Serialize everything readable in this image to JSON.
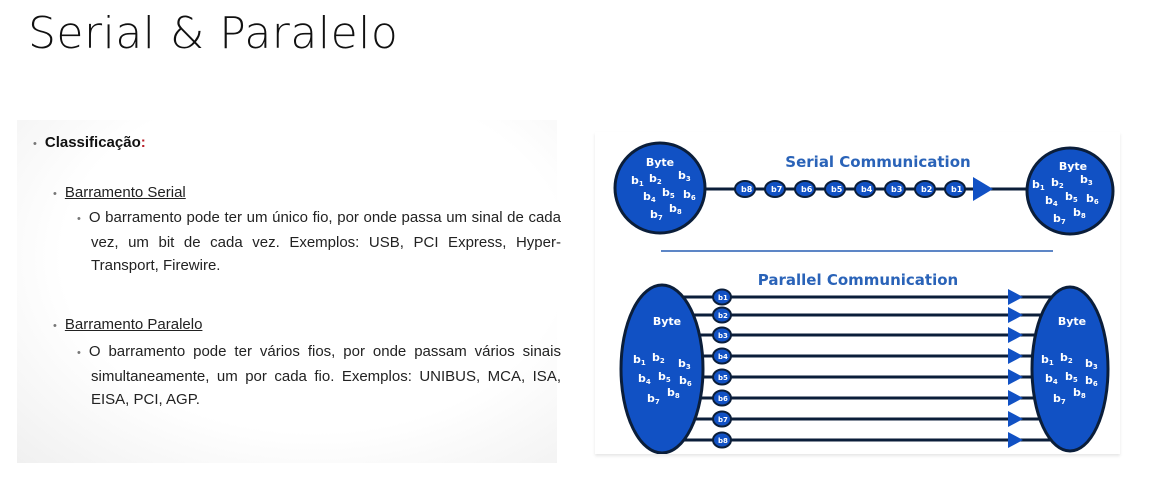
{
  "slide": {
    "title": "Serial & Paralelo"
  },
  "text_panel": {
    "heading": "Classificação",
    "heading_colon": ":",
    "sections": [
      {
        "label": "Barramento Serial",
        "description": "O barramento pode ter um único fio, por onde passa um sinal de cada vez, um bit de cada vez. Exemplos: USB, PCI Express, Hyper-Transport, Firewire."
      },
      {
        "label": "Barramento Paralelo",
        "description": "O barramento pode ter vários fios, por onde passam vários sinais simultaneamente, um por cada fio. Exemplos: UNIBUS, MCA, ISA, EISA, PCI, AGP."
      }
    ]
  },
  "diagram": {
    "colors": {
      "blue": "#1151c4",
      "outline": "#0b1e3a",
      "title": "#2a63b8",
      "divider": "#5d86c6"
    },
    "serial": {
      "title": "Serial Communication",
      "byte_label": "Byte",
      "bits_in_byte": [
        "b1",
        "b2",
        "b3",
        "b4",
        "b5",
        "b6",
        "b7",
        "b8"
      ],
      "bits_on_wire": [
        "b8",
        "b7",
        "b6",
        "b5",
        "b4",
        "b3",
        "b2",
        "b1"
      ]
    },
    "parallel": {
      "title": "Parallel Communication",
      "byte_label": "Byte",
      "bits_in_byte": [
        "b1",
        "b2",
        "b3",
        "b4",
        "b5",
        "b6",
        "b7",
        "b8"
      ],
      "bits_on_wires": [
        "b1",
        "b2",
        "b3",
        "b4",
        "b5",
        "b6",
        "b7",
        "b8"
      ]
    }
  }
}
